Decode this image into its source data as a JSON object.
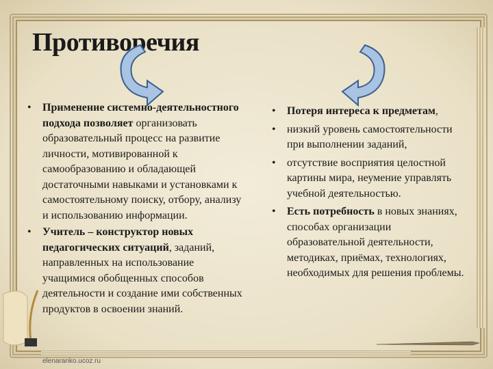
{
  "title": "Противоречия",
  "left_column": {
    "items": [
      {
        "bold": "Применение системно-деятельностного подхода позволяет",
        "text": " организовать образовательный процесс на развитие личности, мотивированной к самообразованию и обладающей достаточными навыками и установками к самостоятельному поиску, отбору, анализу и использованию информации."
      },
      {
        "bold": "Учитель – конструктор новых педагогических ситуаций",
        "text": ",  заданий, направленных на использование учащимися обобщенных способов деятельности и создание ими собственных продуктов в освоении знаний."
      }
    ]
  },
  "right_column": {
    "items": [
      {
        "bold": "Потеря интереса к предметам",
        "text": ","
      },
      {
        "bold": "",
        "text": " низкий уровень самостоятельности при выполнении заданий,"
      },
      {
        "bold": "",
        "text": "отсутствие восприятия целостной картины мира, неумение управлять учебной деятельностью."
      },
      {
        "bold": "Есть потребность",
        "text": " в новых знаниях, способах организации образовательной деятельности, методиках, приёмах, технологиях, необходимых для решения проблемы."
      }
    ]
  },
  "footer": "elenaranko.ucoz.ru",
  "colors": {
    "arrow_fill": "#a9c3e3",
    "arrow_stroke": "#3d5f8f",
    "background": "#ece4cf"
  }
}
